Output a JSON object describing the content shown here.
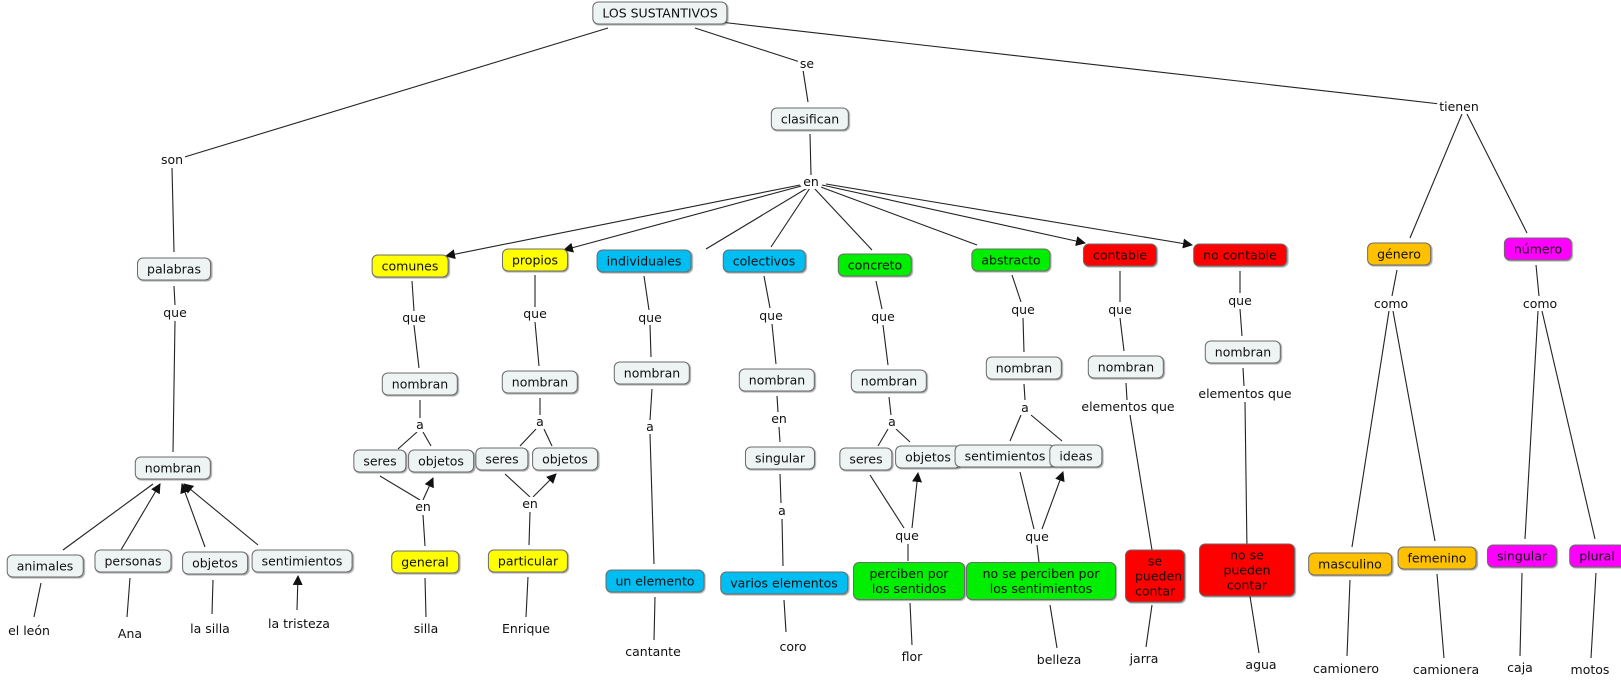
{
  "colors": {
    "default": "#eef3f4",
    "yellow": "#ffff00",
    "cyan": "#00bdf2",
    "green": "#00ee00",
    "red": "#ff0000",
    "orange": "#ffc000",
    "magenta": "#ff00ff"
  },
  "nodes": {
    "root": "LOS SUSTANTIVOS",
    "palabras": "palabras",
    "nombran_left": "nombran",
    "animales": "animales",
    "personas": "personas",
    "objetos_left": "objetos",
    "sentimientos_left": "sentimientos",
    "clasifican": "clasifican",
    "comunes": "comunes",
    "comunes_nombran": "nombran",
    "comunes_seres": "seres",
    "comunes_objetos": "objetos",
    "general": "general",
    "propios": "propios",
    "propios_nombran": "nombran",
    "propios_seres": "seres",
    "propios_objetos": "objetos",
    "particular": "particular",
    "individuales": "individuales",
    "individuales_nombran": "nombran",
    "un_elemento": "un elemento",
    "colectivos": "colectivos",
    "colectivos_nombran": "nombran",
    "singular_col": "singular",
    "varios_elementos": "varios elementos",
    "concreto": "concreto",
    "concreto_nombran": "nombran",
    "concreto_seres": "seres",
    "concreto_objetos": "objetos",
    "perciben": "perciben por los sentidos",
    "abstracto": "abstracto",
    "abstracto_nombran": "nombran",
    "abstracto_sentimientos": "sentimientos",
    "abstracto_ideas": "ideas",
    "no_perciben": "no se perciben por los sentimientos",
    "contable": "contable",
    "contable_nombran": "nombran",
    "se_pueden_contar": "se pueden contar",
    "no_contable": "no contable",
    "no_contable_nombran": "nombran",
    "no_se_pueden_contar": "no se pueden contar",
    "genero": "género",
    "masculino": "masculino",
    "femenino": "femenino",
    "numero": "número",
    "singular_num": "singular",
    "plural": "plural"
  },
  "labels": {
    "son": "son",
    "se": "se",
    "tienen": "tienen",
    "que_palabras": "que",
    "en_root": "en",
    "que_comunes": "que",
    "a_comunes": "a",
    "en_comunes": "en",
    "que_propios": "que",
    "a_propios": "a",
    "en_propios": "en",
    "que_individuales": "que",
    "a_individuales": "a",
    "que_colectivos": "que",
    "en_colectivos": "en",
    "a_colectivos": "a",
    "que_concreto": "que",
    "a_concreto": "a",
    "que_concreto_low": "que",
    "que_abstracto": "que",
    "a_abstracto": "a",
    "que_abstracto_low": "que",
    "que_contable": "que",
    "elementos_que_contable": "elementos que",
    "que_no_contable": "que",
    "elementos_que_no_contable": "elementos que",
    "como_genero": "como",
    "como_numero": "como"
  },
  "examples": {
    "el_leon": "el león",
    "ana": "Ana",
    "la_silla": "la silla",
    "la_tristeza": "la tristeza",
    "silla": "silla",
    "enrique": "Enrique",
    "cantante": "cantante",
    "coro": "coro",
    "flor": "flor",
    "belleza": "belleza",
    "jarra": "jarra",
    "agua": "agua",
    "camionero": "camionero",
    "camionera": "camionera",
    "caja": "caja",
    "motos": "motos"
  }
}
